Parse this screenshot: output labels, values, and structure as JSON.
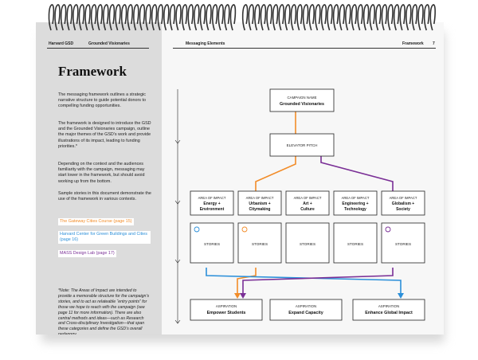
{
  "header": {
    "left_1": "Harvard GSD",
    "left_2": "Grounded Visionaries",
    "center": "Messaging Elements",
    "right_label": "Framework",
    "page_number": "7"
  },
  "title": "Framework",
  "paragraphs": [
    "The messaging framework outlines a strategic narrative structure to guide potential donors to compelling funding opportunities.",
    "The framework is designed to introduce the GSD and the Grounded Visionaries campaign, outline the major themes of the GSD’s work and provide illustrations of its impact, leading to funding priorities.*",
    "Depending on the context and the audiences familiarity with the campaign, messaging may start lower in the framework, but should avoid working up from the bottom.",
    "Sample stories in this document demonstrate the use of the framework in various contexts."
  ],
  "links": [
    {
      "text": "The Gateway Cities Course (page 15)",
      "color": "#f28c28"
    },
    {
      "text": "Harvard Center for Green Buildings and Cities (page 16)",
      "color": "#2b8fd9"
    },
    {
      "text": "MASS Design Lab (page 17)",
      "color": "#7a2f96"
    }
  ],
  "note": "*Note: The Areas of Impact are intended to provide a memorable structure for the campaign’s stories, and to act as relateable “entry points” for those we hope to reach with the campaign (see page 11 for more information). There are also central methods and ideas—such as Research and Cross-disciplinary Investigation—that span these categories and define the GSD’s overall pedagogy.",
  "diagram": {
    "campaign_label": "CAMPAIGN NAME",
    "campaign_name": "Grounded Visionaries",
    "elevator": "ELEVATOR PITCH",
    "area_label": "AREA OF IMPACT",
    "areas": [
      {
        "line1": "Energy +",
        "line2": "Environment"
      },
      {
        "line1": "Urbanism +",
        "line2": "Citymaking"
      },
      {
        "line1": "Art +",
        "line2": "Culture"
      },
      {
        "line1": "Engineering +",
        "line2": "Technology"
      },
      {
        "line1": "Globalism +",
        "line2": "Society"
      }
    ],
    "stories_label": "STORIES",
    "aspiration_label": "ASPIRATION",
    "aspirations": [
      "Empower Students",
      "Expand Capacity",
      "Enhance Global Impact"
    ],
    "colors": {
      "orange": "#f28c28",
      "blue": "#2b8fd9",
      "purple": "#7a2f96",
      "frame": "#222222"
    }
  }
}
